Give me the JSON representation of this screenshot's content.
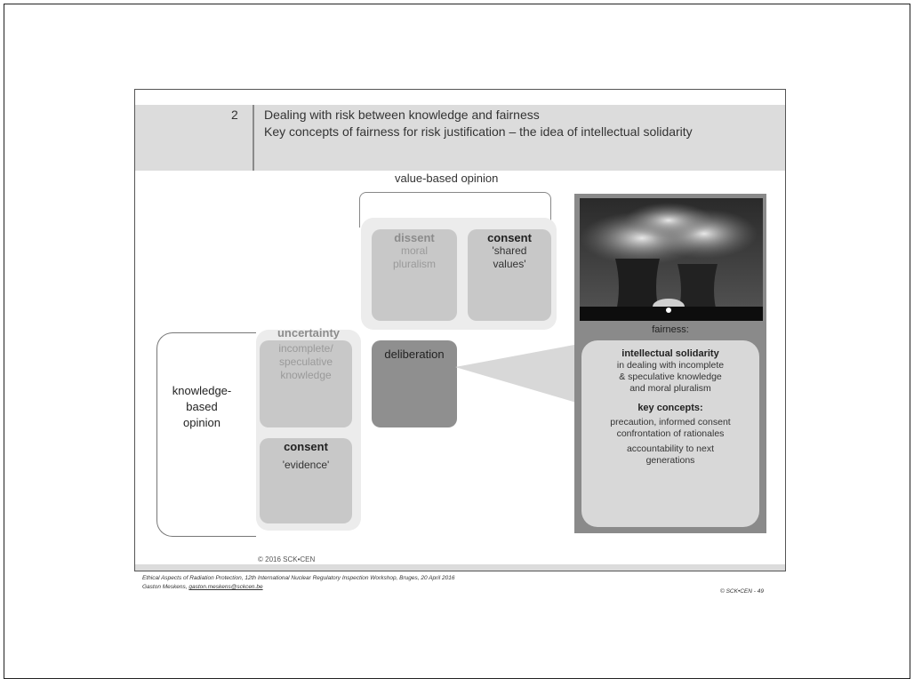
{
  "header": {
    "section_number": "2",
    "title_line1": "Dealing with risk between knowledge and fairness",
    "title_line2": "Key concepts of fairness for risk justification – the idea of intellectual solidarity"
  },
  "value_based": {
    "label": "value-based opinion",
    "dissent": {
      "title": "dissent",
      "line1": "moral",
      "line2": "pluralism"
    },
    "consent": {
      "title": "consent",
      "line1": "'shared",
      "line2": "values'"
    }
  },
  "knowledge_based": {
    "label_line1": "knowledge-",
    "label_line2": "based",
    "label_line3": "opinion",
    "uncertainty": {
      "title": "uncertainty",
      "line1": "incomplete/",
      "line2": "speculative",
      "line3": "knowledge"
    },
    "consent": {
      "title": "consent",
      "line1": "'evidence'"
    }
  },
  "deliberation": {
    "label": "deliberation"
  },
  "fairness_panel": {
    "heading": "fairness:",
    "solidarity_title": "intellectual solidarity",
    "solidarity_line1": "in dealing with incomplete",
    "solidarity_line2": "& speculative knowledge",
    "solidarity_line3": "and moral pluralism",
    "key_concepts_title": "key concepts:",
    "kc_line1": "precaution, informed consent",
    "kc_line2": "confrontation of rationales",
    "kc_line3": "accountability to next",
    "kc_line4": "generations"
  },
  "slide_copyright": "© 2016   SCK•CEN",
  "footer": {
    "line1": "Ethical Aspects of Radiation Protection, 12th International Nuclear Regulatory Inspection Workshop, Bruges, 20 April 2016",
    "line2_name": "Gaston Meskens,",
    "line2_email": "gaston.meskens@sckcen.be",
    "page": "© SCK•CEN - 49"
  }
}
